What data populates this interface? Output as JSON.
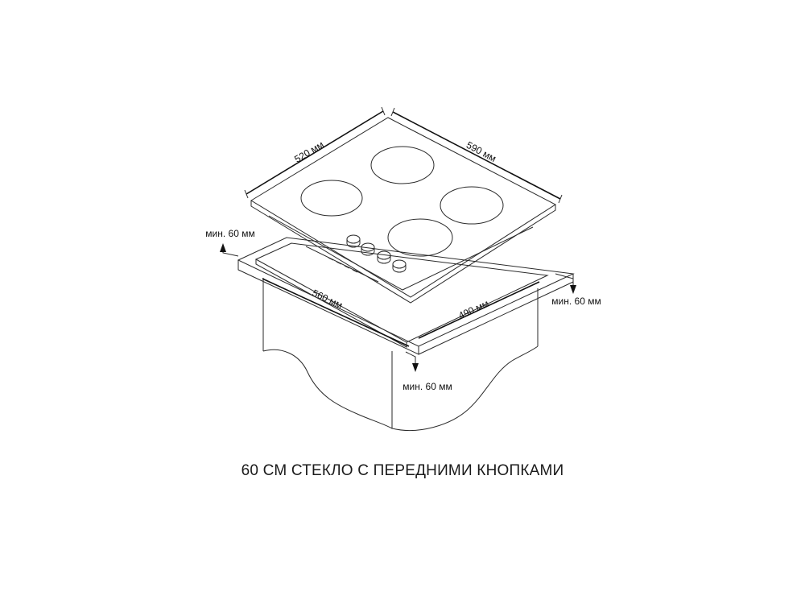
{
  "caption": "60 СМ СТЕКЛО С ПЕРЕДНИМИ КНОПКАМИ",
  "dimensions": {
    "hob_depth": "520 мм",
    "hob_width": "590 мм",
    "cutout_width": "560 мм",
    "cutout_depth": "490 мм",
    "clearance_back": "мин. 60 мм",
    "clearance_side": "мин. 60 мм",
    "clearance_front": "мин. 60 мм"
  },
  "hob": {
    "burners": 4,
    "knobs": 4
  },
  "colors": {
    "line": "#2a2a2a",
    "text": "#111111",
    "background": "#ffffff"
  }
}
